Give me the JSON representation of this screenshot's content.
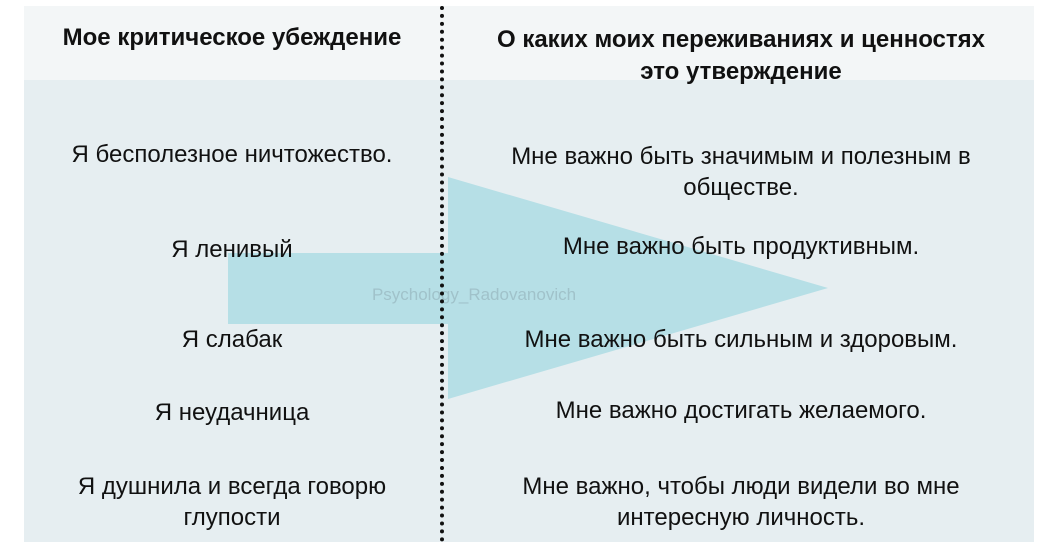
{
  "header": {
    "left": "Мое критическое убеждение",
    "right_line1": "О каких моих переживаниях и ценностях",
    "right_line2": "это утверждение"
  },
  "watermark": "Psychology_Radovanovich",
  "rows": [
    {
      "belief": "Я бесполезное ничтожество.",
      "value_line1": "Мне важно быть значимым и полезным в",
      "value_line2": "обществе."
    },
    {
      "belief": "Я ленивый",
      "value_line1": "Мне важно быть продуктивным."
    },
    {
      "belief": "Я слабак",
      "value_line1": "Мне важно быть сильным и здоровым."
    },
    {
      "belief": "Я неудачница",
      "value_line1": "Мне важно достигать желаемого."
    },
    {
      "belief_line1": "Я душнила и всегда говорю",
      "belief_line2": "глупости",
      "value_line1": "Мне важно, чтобы люди видели во мне",
      "value_line2": "интересную личность."
    }
  ],
  "colors": {
    "arrow": "#b6dfe6",
    "background": "#e6eef1",
    "header_bg": "#f3f6f7"
  }
}
